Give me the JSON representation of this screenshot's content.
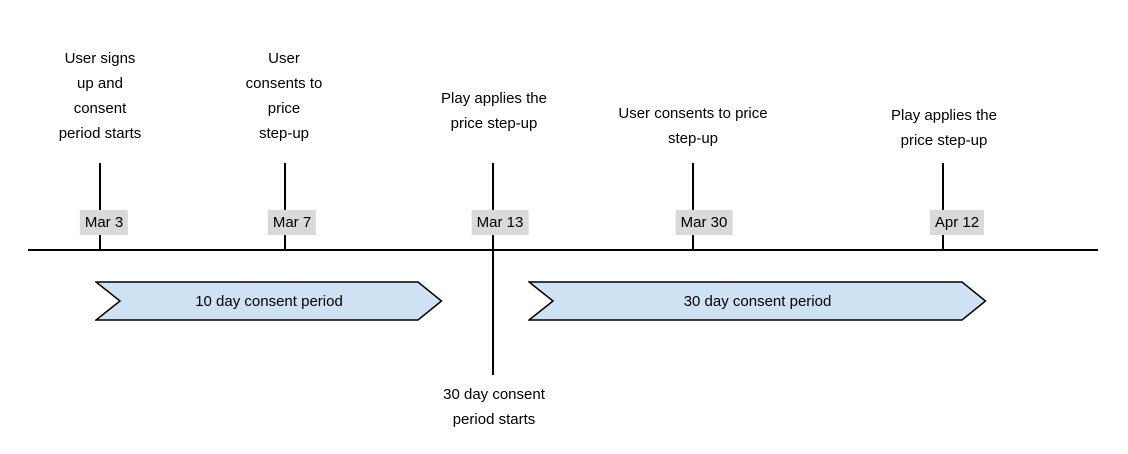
{
  "diagram": {
    "type": "timeline",
    "events": [
      {
        "date": "Mar 3",
        "label": "User signs\nup and\nconsent\nperiod starts"
      },
      {
        "date": "Mar 7",
        "label": "User\nconsents to\nprice\nstep-up"
      },
      {
        "date": "Mar 13",
        "label": "Play applies the\nprice step-up",
        "note_below": "30 day consent\nperiod starts"
      },
      {
        "date": "Mar 30",
        "label": "User consents to price\nstep-up"
      },
      {
        "date": "Apr 12",
        "label": "Play applies the\nprice step-up"
      }
    ],
    "periods": [
      {
        "label": "10 day consent period"
      },
      {
        "label": "30 day consent period"
      }
    ],
    "colors": {
      "period_fill": "#cfe2f3",
      "period_border": "#000000",
      "date_label_bg": "#d9d9d9",
      "line": "#000000",
      "text": "#000000",
      "background": "#ffffff"
    }
  }
}
